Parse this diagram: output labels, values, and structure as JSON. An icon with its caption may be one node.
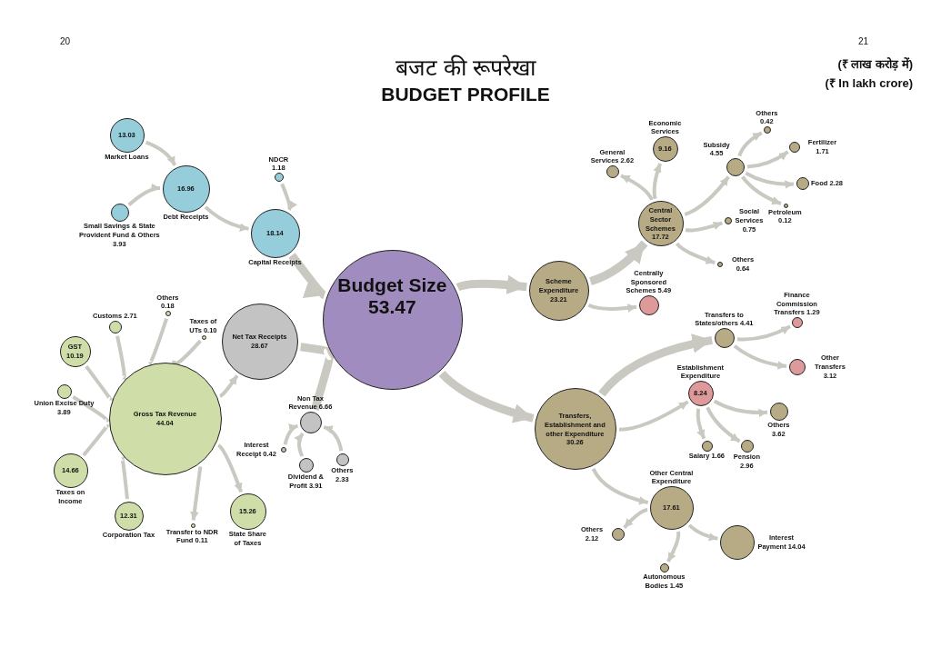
{
  "diagram": {
    "title": "बजट की रूपरेखा",
    "nodes": [
      {
        "text": [
          "Budget Size",
          "53.47"
        ]
      },
      {
        "text": [
          "18.14",
          "Capital Receipts"
        ]
      },
      {
        "text": [
          "16.96",
          "Debt Receipts"
        ]
      },
      {
        "text": [
          "13.03",
          "Market Loans"
        ]
      },
      {
        "text": [
          "Small Savings & State Provident Fund & Others 3.93"
        ]
      },
      {
        "text": [
          "NDCR 1.18"
        ]
      },
      {
        "text": [
          "Net Tax Receipts 28.67"
        ]
      },
      {
        "text": [
          "Gross Tax Revenue 44.04"
        ]
      },
      {
        "text": [
          "Customs 2.71"
        ]
      },
      {
        "text": [
          "Others 0.18"
        ]
      },
      {
        "text": [
          "Taxes of UTs 0.10"
        ]
      },
      {
        "text": [
          "GST 10.19"
        ]
      },
      {
        "text": [
          "Union Excise Duty 3.89"
        ]
      },
      {
        "text": [
          "14.66",
          "Taxes on Income"
        ]
      },
      {
        "text": [
          "12.31",
          "Corporation Tax"
        ]
      },
      {
        "text": [
          "Transfer to NDR Fund 0.11"
        ]
      },
      {
        "text": [
          "15.26",
          "State Share of Taxes"
        ]
      },
      {
        "text": [
          "Non Tax Revenue 6.66"
        ]
      },
      {
        "text": [
          "Interest Receipt 0.42"
        ]
      },
      {
        "text": [
          "Dividend & Profit 3.91"
        ]
      },
      {
        "text": [
          "Others 2.33"
        ]
      },
      {
        "text": [
          "Scheme Expenditure 23.21"
        ]
      },
      {
        "text": [
          "Transfers, Establishment and other Expenditure 30.26"
        ]
      },
      {
        "text": [
          "Central Sector Schemes 17.72"
        ]
      },
      {
        "text": [
          "General Services 2.62"
        ]
      },
      {
        "text": [
          "Economic Services",
          "9.16"
        ]
      },
      {
        "text": [
          "Subsidy 4.55"
        ]
      },
      {
        "text": [
          "Others 0.42"
        ]
      },
      {
        "text": [
          "Fertilizer 1.71"
        ]
      },
      {
        "text": [
          "Food 2.28"
        ]
      },
      {
        "text": [
          "Petroleum 0.12"
        ]
      },
      {
        "text": [
          "Social Services 0.75"
        ]
      },
      {
        "text": [
          "Others 0.64"
        ]
      },
      {
        "text": [
          "Centrally Sponsored Schemes 5.49"
        ]
      },
      {
        "text": [
          "Transfers to States/others 4.41"
        ]
      },
      {
        "text": [
          "Finance Commission Transfers 1.29"
        ]
      },
      {
        "text": [
          "Other Transfers 3.12"
        ]
      },
      {
        "text": [
          "Establishment Expenditure",
          "8.24"
        ]
      },
      {
        "text": [
          "Others 3.62"
        ]
      },
      {
        "text": [
          "Salary 1.66"
        ]
      },
      {
        "text": [
          "Pension 2.96"
        ]
      },
      {
        "text": [
          "Other Central Expenditure",
          "17.61"
        ]
      },
      {
        "text": [
          "Others 2.12"
        ]
      },
      {
        "text": [
          "Autonomous Bodies 1.45"
        ]
      },
      {
        "text": [
          "Interest Payment 14.04"
        ]
      }
    ],
    "edges": [
      {
        "from": 3,
        "to": 2,
        "arrow": "to"
      },
      {
        "from": 4,
        "to": 2,
        "arrow": "to"
      },
      {
        "from": 2,
        "to": 1,
        "arrow": "to"
      },
      {
        "from": 5,
        "to": 1,
        "arrow": "to"
      },
      {
        "from": 1,
        "to": 0,
        "arrow": "to",
        "style": "thick"
      },
      {
        "from": 8,
        "to": 7,
        "arrow": "to"
      },
      {
        "from": 9,
        "to": 7,
        "arrow": "to"
      },
      {
        "from": 10,
        "to": 7,
        "arrow": "to"
      },
      {
        "from": 11,
        "to": 7,
        "arrow": "to"
      },
      {
        "from": 12,
        "to": 7,
        "arrow": "to"
      },
      {
        "from": 13,
        "to": 7,
        "arrow": "to"
      },
      {
        "from": 14,
        "to": 7,
        "arrow": "to"
      },
      {
        "from": 7,
        "to": 15,
        "arrow": "to"
      },
      {
        "from": 7,
        "to": 16,
        "arrow": "to"
      },
      {
        "from": 7,
        "to": 6,
        "arrow": "to"
      },
      {
        "from": 6,
        "to": 0,
        "arrow": "to",
        "style": "thick"
      },
      {
        "from": 18,
        "to": 17,
        "arrow": "to"
      },
      {
        "from": 19,
        "to": 17,
        "arrow": "to"
      },
      {
        "from": 20,
        "to": 17,
        "arrow": "to"
      },
      {
        "from": 17,
        "to": 0,
        "arrow": "to",
        "style": "thick"
      },
      {
        "from": 0,
        "to": 21,
        "arrow": "to",
        "style": "thick"
      },
      {
        "from": 0,
        "to": 22,
        "arrow": "to",
        "style": "thick"
      },
      {
        "from": 21,
        "to": 23,
        "arrow": "to",
        "style": "thick"
      },
      {
        "from": 21,
        "to": 33,
        "arrow": "to"
      },
      {
        "from": 23,
        "to": 24,
        "arrow": "to"
      },
      {
        "from": 23,
        "to": 25,
        "arrow": "to"
      },
      {
        "from": 23,
        "to": 26,
        "arrow": "to"
      },
      {
        "from": 23,
        "to": 31,
        "arrow": "to"
      },
      {
        "from": 23,
        "to": 32,
        "arrow": "to"
      },
      {
        "from": 26,
        "to": 27,
        "arrow": "to"
      },
      {
        "from": 26,
        "to": 28,
        "arrow": "to"
      },
      {
        "from": 26,
        "to": 29,
        "arrow": "to"
      },
      {
        "from": 26,
        "to": 30,
        "arrow": "to"
      },
      {
        "from": 22,
        "to": 34,
        "arrow": "to",
        "style": "thick"
      },
      {
        "from": 22,
        "to": 37,
        "arrow": "to"
      },
      {
        "from": 22,
        "to": 41,
        "arrow": "to"
      },
      {
        "from": 34,
        "to": 35,
        "arrow": "to"
      },
      {
        "from": 34,
        "to": 36,
        "arrow": "to"
      },
      {
        "from": 37,
        "to": 38,
        "arrow": "to"
      },
      {
        "from": 37,
        "to": 39,
        "arrow": "to"
      },
      {
        "from": 37,
        "to": 40,
        "arrow": "to"
      },
      {
        "from": 41,
        "to": 42,
        "arrow": "to"
      },
      {
        "from": 41,
        "to": 43,
        "arrow": "to"
      },
      {
        "from": 41,
        "to": 44,
        "arrow": "to"
      }
    ],
    "labels": [
      "BUDGET PROFILE",
      "20",
      "21",
      "(₹ लाख करोड़ में)",
      "(₹ In lakh crore)"
    ]
  }
}
